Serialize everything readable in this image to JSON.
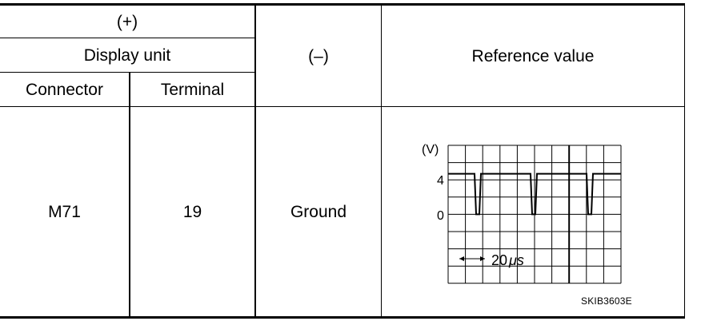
{
  "header": {
    "plus": "(+)",
    "display_unit": "Display unit",
    "connector": "Connector",
    "terminal": "Terminal",
    "minus": "(–)",
    "reference_value": "Reference value"
  },
  "row": {
    "connector": "M71",
    "terminal": "19",
    "minus": "Ground"
  },
  "scope": {
    "y_unit": "(V)",
    "y_tick_4": "4",
    "y_tick_0": "0",
    "time_div": "20",
    "time_unit": "μs",
    "high_v": 4.7,
    "low_v": 0,
    "v_per_div": 2
  },
  "figure_code": "SKIB3603E"
}
